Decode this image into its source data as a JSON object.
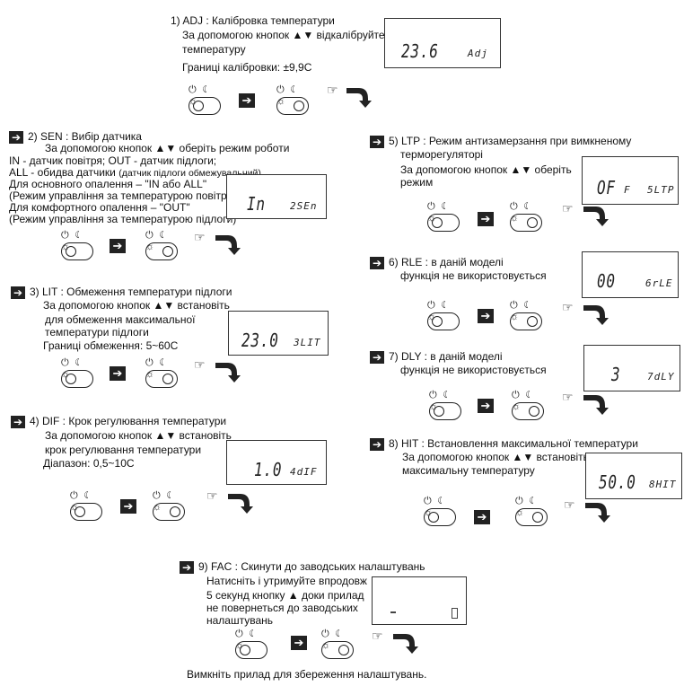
{
  "sections": {
    "adj": {
      "title": "1) ADJ : Калібровка температури",
      "line1": "За допомогою кнопок ▲▼ відкалібруйте",
      "line2": "температуру",
      "line3": "Границі калібровки: ±9,9С",
      "lcd_big": "23.6",
      "lcd_small": "Adj"
    },
    "sen": {
      "title": "2) SEN : Вибір датчика",
      "line1": "За допомогою кнопок ▲▼ оберіть режим роботи",
      "line2": "IN - датчик повітря; OUT - датчик підлоги;",
      "line3_a": "ALL - обидва датчики ",
      "line3_b": "(датчик підлоги обмежувальний)",
      "line4": "Для основного опалення – \"IN або ALL\"",
      "line5": "(Режим управління за температурою повітря)",
      "line6": "Для комфортного опалення – \"OUT\"",
      "line7": "(Режим управління за температурою підлоги)",
      "lcd_big": "In",
      "lcd_small": "2SEn"
    },
    "lit": {
      "title": "3) LIT : Обмеження температури підлоги",
      "line1": "За допомогою кнопок ▲▼ встановіть",
      "line2": "для обмеження максимальної",
      "line3": "температури підлоги",
      "line4": "Границі обмеження: 5~60С",
      "lcd_big": "23.0",
      "lcd_small": "3LIT"
    },
    "dif": {
      "title": "4) DIF : Крок регулювання температури",
      "line1": "За допомогою кнопок ▲▼ встановіть",
      "line2": "крок регулювання температури",
      "line3": "Діапазон: 0,5~10С",
      "lcd_big": "1.0",
      "lcd_small": "4dIF"
    },
    "ltp": {
      "title": "5) LTP : Режим антизамерзання при вимкненому",
      "line1": "терморегуляторі",
      "line2": "За допомогою кнопок ▲▼ оберіть",
      "line3": "режим",
      "lcd_big": "OF",
      "lcd_mid": "F",
      "lcd_small": "5LTP"
    },
    "rle": {
      "title": "6) RLE : в даній моделі",
      "line1": "функція не використовується",
      "lcd_big": "00",
      "lcd_small": "6rLE"
    },
    "dly": {
      "title": "7) DLY : в даній моделі",
      "line1": "функція не використовується",
      "lcd_big": "3",
      "lcd_small": "7dLY"
    },
    "hit": {
      "title": "8) HIT : Встановлення максимальної температури",
      "line1": "За допомогою кнопок ▲▼ встановіть",
      "line2": "максимальну температуру",
      "lcd_big": "50.0",
      "lcd_small": "8HIT"
    },
    "fac": {
      "title": "9) FAC : Скинути до заводських налаштувань",
      "line1": "Натисніть і утримуйте впродовж",
      "line2": "5 секунд кнопку ▲ доки прилад",
      "line3": "не повернеться до заводських",
      "line4": "налаштувань"
    }
  },
  "footer": "Вимкніть прилад для збереження налаштувань.",
  "glyphs": {
    "arrow": "➔",
    "controls_symbols": "⏻ ☾ ☼",
    "hand": "☞"
  }
}
